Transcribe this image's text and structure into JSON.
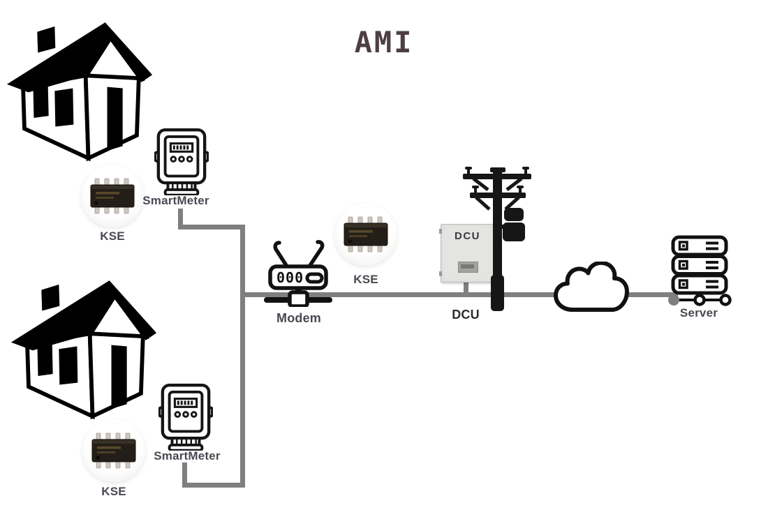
{
  "title": "AMI",
  "colors": {
    "connection_line": "#7f7f7f",
    "icon_ink": "#111111",
    "label_text": "#4c4751",
    "title_text": "#4e3e42",
    "dcu_box_fill": "#e4e4e2"
  },
  "icons": {
    "house": "house-icon",
    "smart_meter": "smart-meter-icon",
    "chip": "chip-icon",
    "modem": "modem-router-icon",
    "dcu": "dcu-cabinet",
    "pole": "utility-pole-icon",
    "cloud": "cloud-icon",
    "server": "server-icon"
  },
  "nodes": {
    "smartmeter_top": {
      "label": "SmartMeter"
    },
    "kse_top": {
      "label": "KSE"
    },
    "smartmeter_bottom": {
      "label": "SmartMeter"
    },
    "kse_bottom": {
      "label": "KSE"
    },
    "modem": {
      "label": "Modem",
      "display": "000"
    },
    "kse_modem": {
      "label": "KSE"
    },
    "dcu": {
      "label": "DCU",
      "box_text": "DCU"
    },
    "server": {
      "label": "Server"
    }
  }
}
